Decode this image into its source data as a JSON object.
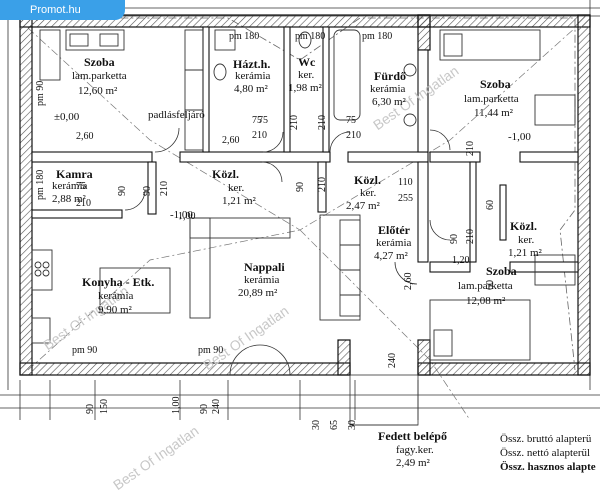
{
  "badge": {
    "text": "Promot.hu"
  },
  "watermark": "Best Of Ingatlan",
  "rooms": {
    "szoba1": {
      "name": "Szoba",
      "mat": "lam.parketta",
      "area": "12,60 m²"
    },
    "haztb": {
      "name": "Házt.h.",
      "mat": "kerámia",
      "area": "4,80 m²"
    },
    "wc": {
      "name": "Wc",
      "mat": "ker.",
      "area": "1,98 m²"
    },
    "furdo": {
      "name": "Fürdő",
      "mat": "kerámia",
      "area": "6,30 m²"
    },
    "szoba2": {
      "name": "Szoba",
      "mat": "lam.parketta",
      "area": "11,44 m²"
    },
    "kamra": {
      "name": "Kamra",
      "mat": "kerámia",
      "area": "2,88 m²"
    },
    "kozl1": {
      "name": "Közl.",
      "mat": "ker.",
      "area": "1,21 m²"
    },
    "kozl2": {
      "name": "Közl.",
      "mat": "ker.",
      "area": "2,47 m²"
    },
    "eloter": {
      "name": "Előtér",
      "mat": "kerámia",
      "area": "4,27 m²"
    },
    "kozl3": {
      "name": "Közl.",
      "mat": "ker.",
      "area": "1,21 m²"
    },
    "konyha": {
      "name": "Konyha - Etk.",
      "mat": "kerámia",
      "area": "9,90 m²"
    },
    "nappali": {
      "name": "Nappali",
      "mat": "kerámia",
      "area": "20,89 m²"
    },
    "szoba3": {
      "name": "Szoba",
      "mat": "lam.parketta",
      "area": "12,08 m²"
    },
    "fedett": {
      "name": "Fedett belépő",
      "mat": "fagy.ker.",
      "area": "2,49 m²"
    }
  },
  "notes": {
    "padlas": "padlásfeljáró",
    "lvl1": "±0,00",
    "lvl2": "-1,00",
    "lvl3": "-1,00"
  },
  "dims": {
    "pm180a": "pm 180",
    "pm180b": "pm 180",
    "pm180c": "pm 180",
    "pm90a": "pm 90",
    "pm90b": "pm 90",
    "pm90c": "pm 90",
    "pm180d": "pm 180",
    "d260a": "2,60",
    "d260b": "2,60",
    "d260c": "2,60",
    "d120": "1,20",
    "d75a": "75",
    "d75b": "75",
    "d75c": "75",
    "d75d": "75",
    "d210a": "210",
    "d210b": "210",
    "d210c": "210",
    "d210d": "210",
    "d210e": "210",
    "d210f": "210",
    "d210g": "210",
    "d210h": "210",
    "d210i": "210",
    "d90a": "90",
    "d90b": "90",
    "d90c": "90",
    "d90d": "90",
    "d110": "110",
    "d255": "255",
    "d60a": "60",
    "d60b": "60",
    "d240": "240",
    "d100": "1,00",
    "b90": "90",
    "b150": "150",
    "b100": "1,00",
    "b90b": "90",
    "b240": "240",
    "b30": "30",
    "b65": "65",
    "b30b": "30"
  },
  "summary": {
    "brutto": "Össz. bruttó alapterü",
    "netto": "Össz. nettó alapterül",
    "hasznos": "Össz. hasznos alapte"
  }
}
